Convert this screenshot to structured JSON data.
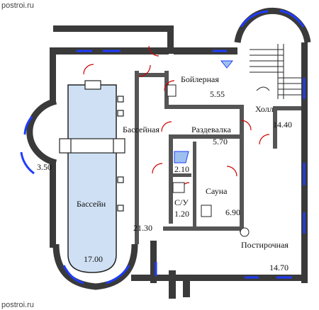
{
  "watermark_top": "postroi.ru",
  "watermark_bottom": "postroi.ru",
  "rooms": {
    "boiler": "Бойлерная",
    "pool_hall": "Бассейная",
    "changing": "Раздевалка",
    "hall": "Холл",
    "pool": "Бассейн",
    "sauna": "Сауна",
    "wc": "С/У",
    "laundry": "Постирочная"
  },
  "areas": {
    "boiler": "5.55",
    "hall": "14.40",
    "changing": "5.70",
    "bay": "3.50",
    "shower": "2.10",
    "pool_hall": "21.30",
    "wc": "1.20",
    "sauna": "6.90",
    "pool": "17.00",
    "laundry": "14.70"
  },
  "colors": {
    "wall": "#3a3a3a",
    "window": "#1e3cff",
    "door_swing": "#cc0000",
    "pool_water": "#cfe0f4"
  }
}
